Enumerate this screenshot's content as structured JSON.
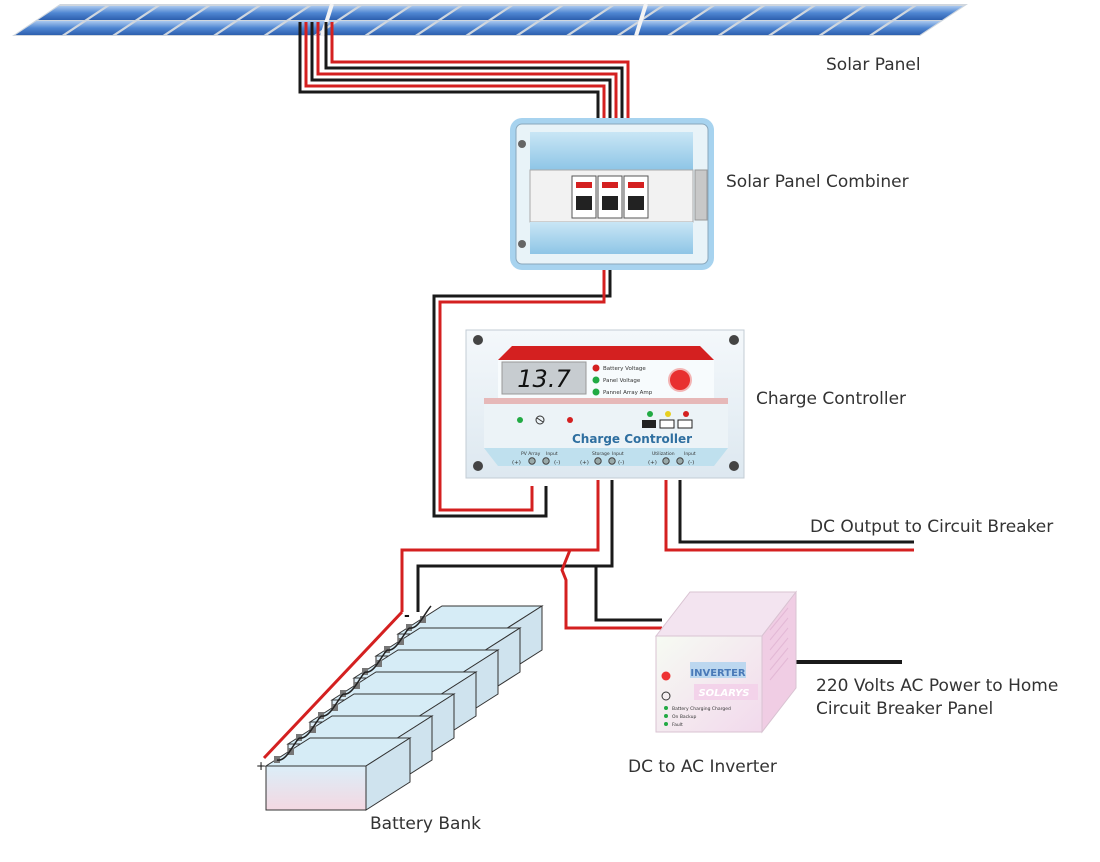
{
  "labels": {
    "solar_panel": "Solar Panel",
    "combiner": "Solar Panel Combiner",
    "charge_controller": "Charge Controller",
    "dc_output": "DC Output to Circuit Breaker",
    "ac_power_line1": "220 Volts AC Power to Home",
    "ac_power_line2": "Circuit Breaker Panel",
    "inverter": "DC to AC Inverter",
    "battery_bank": "Battery Bank"
  },
  "controller": {
    "display": "13.7",
    "indicators": [
      "Battery Voltage",
      "Panel Voltage",
      "Pannel Array Amp"
    ],
    "title": "Charge Controller",
    "terminals": [
      "PV Array",
      "Input",
      "Storage",
      "Input",
      "Utilization",
      "Input"
    ],
    "term_signs": [
      "(+)",
      "(-)"
    ]
  },
  "inverter": {
    "brand": "INVERTER",
    "model": "SOLARYS",
    "status": [
      "Battery Charging Charged",
      "On Backup",
      "Fault"
    ]
  },
  "battery": {
    "plus": "+",
    "minus": "-"
  },
  "colors": {
    "wire_red": "#d42020",
    "wire_black": "#1a1a1a",
    "panel_blue": "#4a8ad0"
  }
}
